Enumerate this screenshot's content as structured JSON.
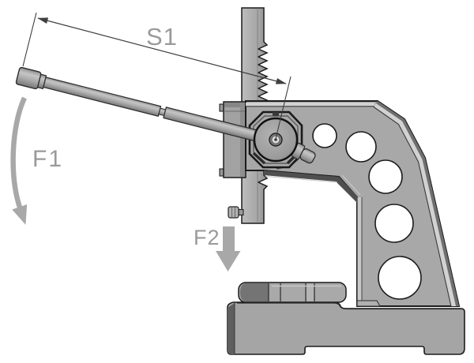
{
  "figure": {
    "background": "#ffffff",
    "labels": {
      "s1": "S1",
      "f1": "F1",
      "f2": "F2"
    },
    "colors": {
      "body": "#a8a8a8",
      "body_dark": "#6f6f6f",
      "body_light": "#d2d2d2",
      "outline": "#1c1c1c",
      "annotation_text": "#9a9a9a",
      "annotation_arrow": "#a8a8a8",
      "dimension_line": "#3f3f3f"
    }
  }
}
